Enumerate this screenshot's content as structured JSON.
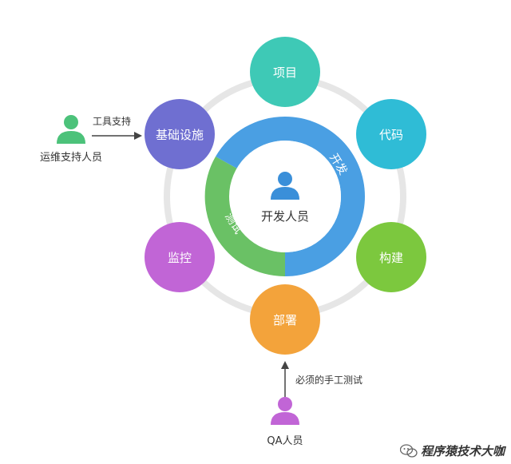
{
  "center": {
    "label": "开发人员",
    "arc_dev": "开发",
    "arc_test": "测试"
  },
  "nodes": [
    {
      "id": "project",
      "label": "项目",
      "color": "#3ec9b6"
    },
    {
      "id": "code",
      "label": "代码",
      "color": "#2fbcd6"
    },
    {
      "id": "build",
      "label": "构建",
      "color": "#7cc83e"
    },
    {
      "id": "deploy",
      "label": "部署",
      "color": "#f3a33b"
    },
    {
      "id": "monitor",
      "label": "监控",
      "color": "#c165d6"
    },
    {
      "id": "infra",
      "label": "基础设施",
      "color": "#6f6fd1"
    }
  ],
  "ops": {
    "label": "运维支持人员",
    "arrow_label": "工具支持",
    "color": "#4cc27a"
  },
  "qa": {
    "label": "QA人员",
    "arrow_label": "必须的手工测试",
    "color": "#c165d6"
  },
  "colors": {
    "dev_ring": "#4a9fe3",
    "test_ring": "#6ac165",
    "orbit": "#e4e4e4",
    "person_center": "#3a8fd9"
  },
  "watermark": "程序猿技术大咖"
}
